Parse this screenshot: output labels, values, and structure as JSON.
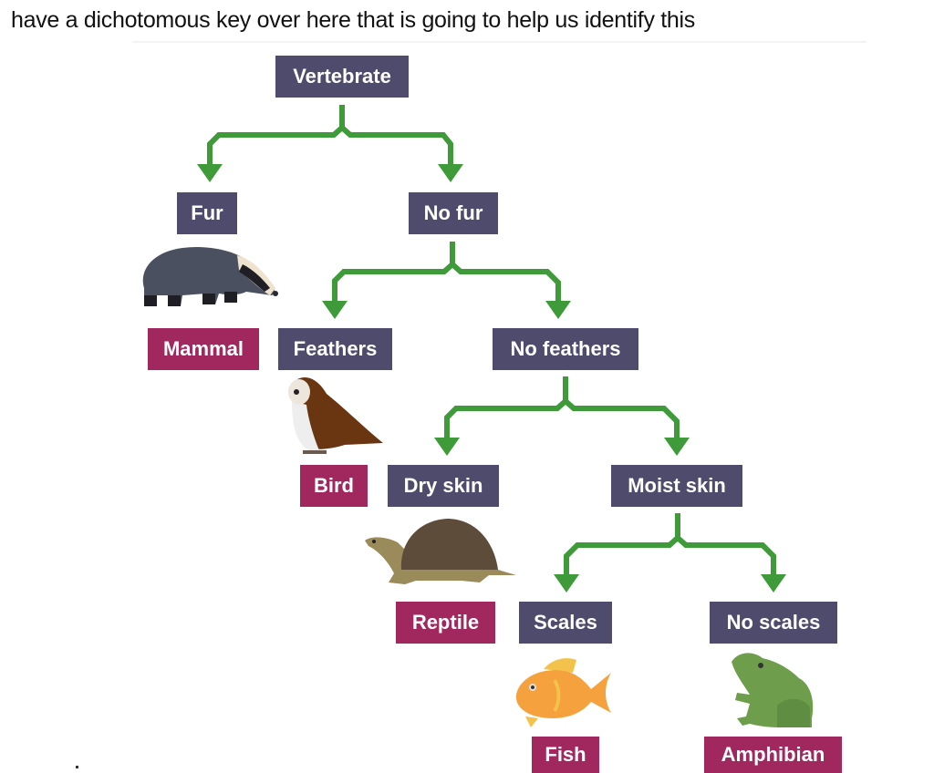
{
  "caption": "have a dichotomous key over here that is going to help us identify this",
  "colors": {
    "question_box": "#4f4b6c",
    "result_box": "#a0285f",
    "arrow": "#3f9a3a",
    "text": "#ffffff"
  },
  "key": {
    "root": "Vertebrate",
    "level1": {
      "left": "Fur",
      "right": "No fur"
    },
    "level2": {
      "left": "Feathers",
      "right": "No feathers"
    },
    "level3": {
      "left": "Dry skin",
      "right": "Moist skin"
    },
    "level4": {
      "left": "Scales",
      "right": "No scales"
    }
  },
  "results": {
    "mammal": {
      "label": "Mammal",
      "animal": "badger-icon"
    },
    "bird": {
      "label": "Bird",
      "animal": "owl-icon"
    },
    "reptile": {
      "label": "Reptile",
      "animal": "tortoise-icon"
    },
    "fish": {
      "label": "Fish",
      "animal": "goldfish-icon"
    },
    "amphibian": {
      "label": "Amphibian",
      "animal": "frog-icon"
    }
  }
}
